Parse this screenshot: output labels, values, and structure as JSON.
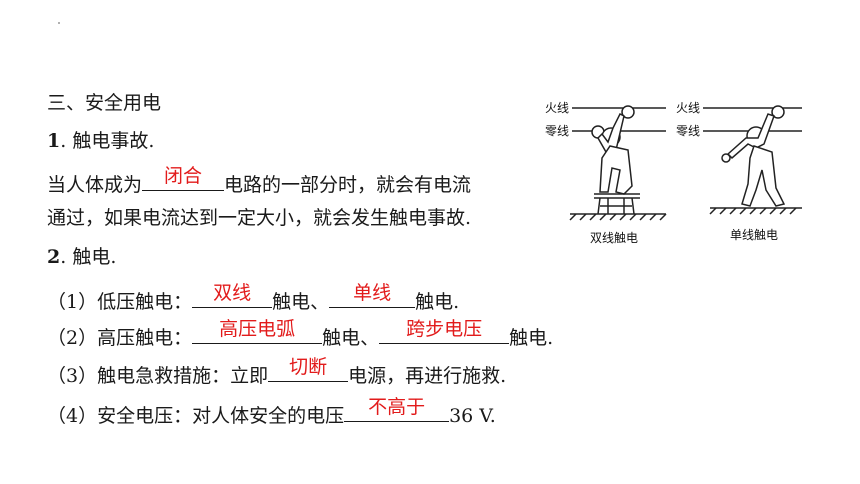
{
  "section_title": "三、安全用电",
  "item1": {
    "number": "1",
    "title": "触电事故."
  },
  "para1": {
    "before": "当人体成为",
    "answer": "闭合",
    "after": "电路的一部分时，就会有电流"
  },
  "para2": "通过，如果电流达到一定大小，就会发生触电事故.",
  "item2": {
    "number": "2",
    "title": "触电."
  },
  "q1": {
    "prefix": "（1）低压触电：",
    "answer1": "双线",
    "middle": "触电、",
    "answer2": "单线",
    "suffix": "触电."
  },
  "q2": {
    "prefix": "（2）高压触电：",
    "answer1": "高压电弧",
    "middle": "触电、",
    "answer2": "跨步电压",
    "suffix": "触电."
  },
  "q3": {
    "prefix": "（3）触电急救措施：立即",
    "answer": "切断",
    "suffix": "电源，再进行施救."
  },
  "q4": {
    "prefix": "（4）安全电压：对人体安全的电压",
    "answer": "不高于",
    "suffix": "36 V."
  },
  "figure": {
    "left": {
      "wire_top": "火线",
      "wire_bottom": "零线",
      "caption": "双线触电"
    },
    "right": {
      "wire_top": "火线",
      "wire_bottom": "零线",
      "caption": "单线触电"
    }
  }
}
